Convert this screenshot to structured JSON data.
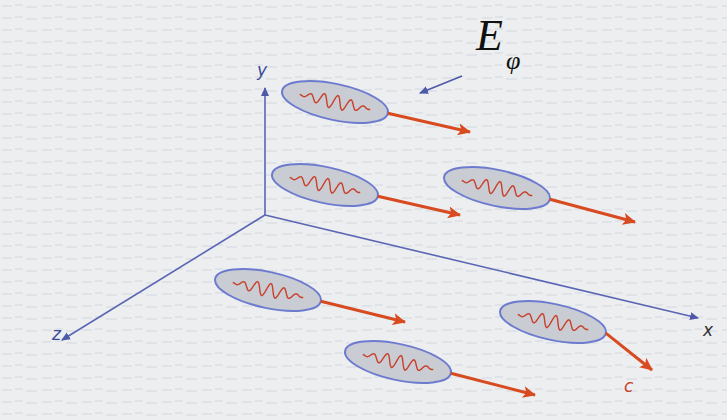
{
  "diagram": {
    "labels": [
      "E",
      "φ",
      "y",
      "x",
      "z",
      "c"
    ]
  }
}
